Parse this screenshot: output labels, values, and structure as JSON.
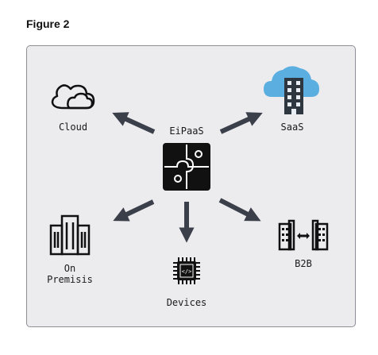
{
  "figure_title": "Figure 2",
  "hub": {
    "label": "EiPaaS",
    "icon": "puzzle-icon"
  },
  "nodes": {
    "cloud": {
      "label": "Cloud",
      "icon": "cloud-icon"
    },
    "saas": {
      "label": "SaaS",
      "icon": "cloud-building-icon"
    },
    "onprem": {
      "label_line1": "On",
      "label_line2": "Premisis",
      "icon": "office-building-icon"
    },
    "devices": {
      "label": "Devices",
      "icon": "chip-icon"
    },
    "b2b": {
      "label": "B2B",
      "icon": "buildings-exchange-icon"
    }
  },
  "colors": {
    "panel_bg": "#ececef",
    "panel_border": "#8e8e96",
    "arrow": "#3a3f4a",
    "icon_dark": "#111111",
    "saas_cloud": "#5aaee0"
  }
}
